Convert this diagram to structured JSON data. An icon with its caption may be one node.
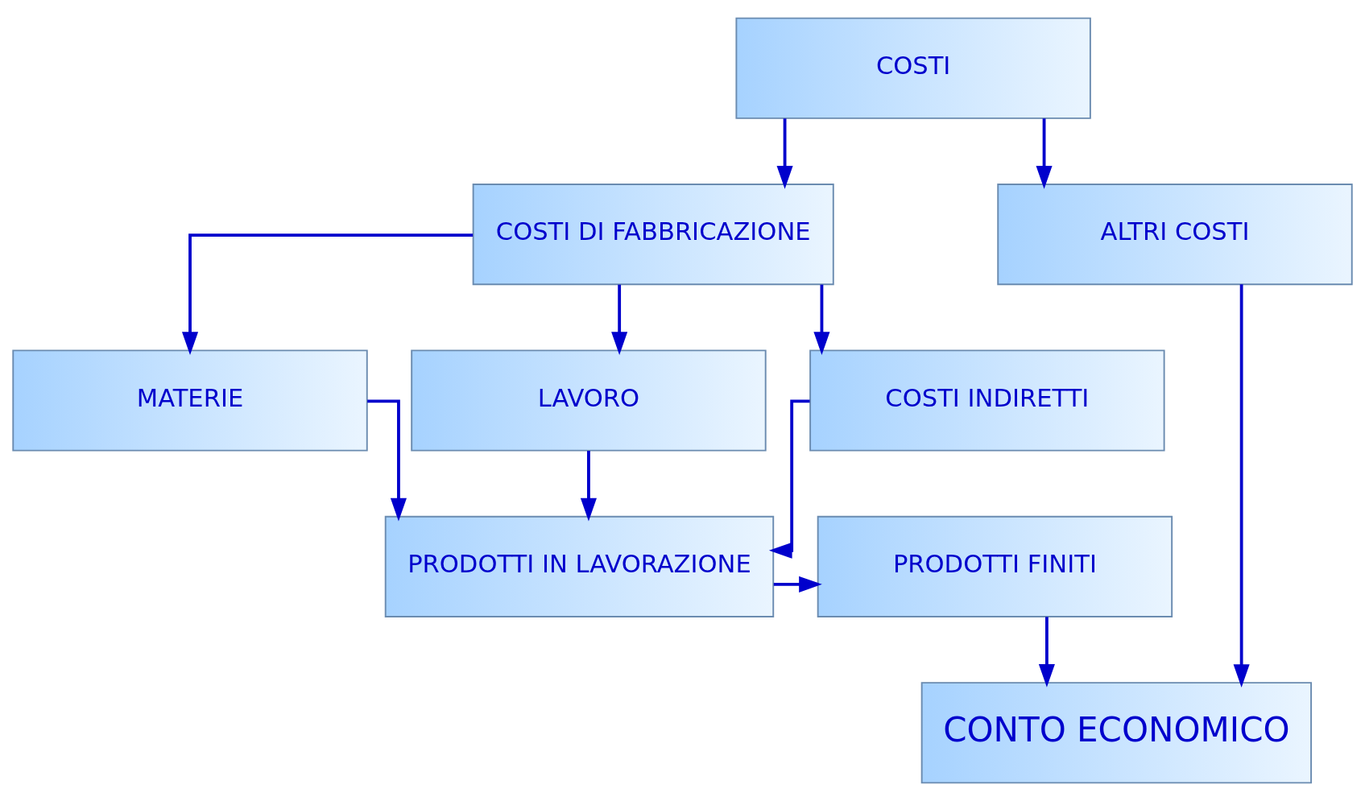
{
  "diagram": {
    "nodes": [
      {
        "text": [
          "COSTI"
        ]
      },
      {
        "text": [
          "COSTI DI FABBRICAZIONE"
        ]
      },
      {
        "text": [
          "ALTRI COSTI"
        ]
      },
      {
        "text": [
          "MATERIE"
        ]
      },
      {
        "text": [
          "LAVORO"
        ]
      },
      {
        "text": [
          "COSTI INDIRETTI"
        ]
      },
      {
        "text": [
          "PRODOTTI IN LAVORAZIONE"
        ]
      },
      {
        "text": [
          "PRODOTTI FINITI"
        ]
      },
      {
        "text": [
          "CONTO ECONOMICO"
        ]
      }
    ],
    "edges": [
      {
        "from": 0,
        "to": 1,
        "arrow": "to"
      },
      {
        "from": 0,
        "to": 2,
        "arrow": "to"
      },
      {
        "from": 1,
        "to": 3,
        "arrow": "to"
      },
      {
        "from": 1,
        "to": 4,
        "arrow": "to"
      },
      {
        "from": 1,
        "to": 5,
        "arrow": "to"
      },
      {
        "from": 3,
        "to": 6,
        "arrow": "to"
      },
      {
        "from": 4,
        "to": 6,
        "arrow": "to"
      },
      {
        "from": 5,
        "to": 6,
        "arrow": "to"
      },
      {
        "from": 6,
        "to": 7,
        "arrow": "to"
      },
      {
        "from": 7,
        "to": 8,
        "arrow": "to"
      },
      {
        "from": 2,
        "to": 8,
        "arrow": "to"
      }
    ]
  }
}
